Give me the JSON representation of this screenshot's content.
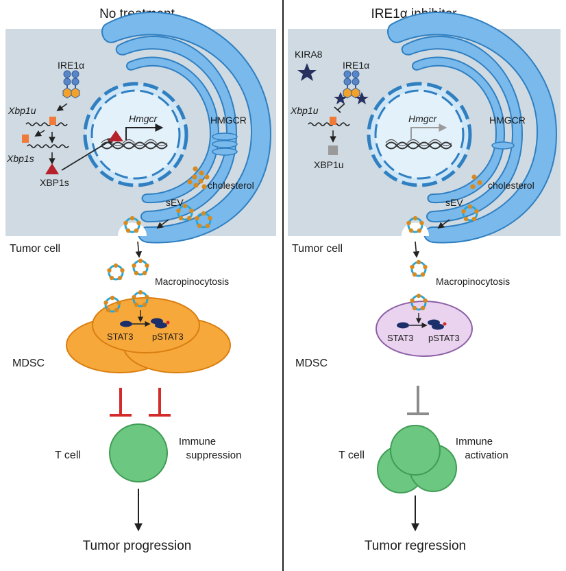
{
  "panels": {
    "left": {
      "title": "No treatment",
      "ire1a": "IRE1α",
      "xbp1u_gene": "Xbp1u",
      "xbp1s_gene": "Xbp1s",
      "xbp1s_protein": "XBP1s",
      "hmgcr_gene": "Hmgcr",
      "hmgcr_protein": "HMGCR",
      "cholesterol": "cholesterol",
      "sev": "sEV",
      "tumor_cell": "Tumor cell",
      "macropinocytosis": "Macropinocytosis",
      "stat3": "STAT3",
      "pstat3": "pSTAT3",
      "mdsc": "MDSC",
      "t_cell": "T cell",
      "immune_line1": "Immune",
      "immune_line2": "suppression",
      "outcome": "Tumor progression"
    },
    "right": {
      "title": "IRE1α inhibitor",
      "kira8": "KIRA8",
      "ire1a": "IRE1α",
      "xbp1u_gene": "Xbp1u",
      "xbp1u_protein": "XBP1u",
      "hmgcr_gene": "Hmgcr",
      "hmgcr_protein": "HMGCR",
      "cholesterol": "cholesterol",
      "sev": "sEV",
      "tumor_cell": "Tumor cell",
      "macropinocytosis": "Macropinocytosis",
      "stat3": "STAT3",
      "pstat3": "pSTAT3",
      "mdsc": "MDSC",
      "t_cell": "T cell",
      "immune_line1": "Immune",
      "immune_line2": "activation",
      "outcome": "Tumor regression"
    }
  },
  "colors": {
    "cell_bg": "#cfdae2",
    "er_blue": "#6fb3e8",
    "er_stroke": "#2f7fc1",
    "cholesterol": "#d98a1e",
    "inhibit_red": "#d42a2a",
    "inhibit_gray": "#8c8c8c",
    "mdsc_orange": "#f7a83a",
    "mdsc_purple": "#e9d3ef",
    "t_cell_green": "#6cc880",
    "kira8": "#27305f",
    "xbp1s_red": "#b7212b"
  }
}
